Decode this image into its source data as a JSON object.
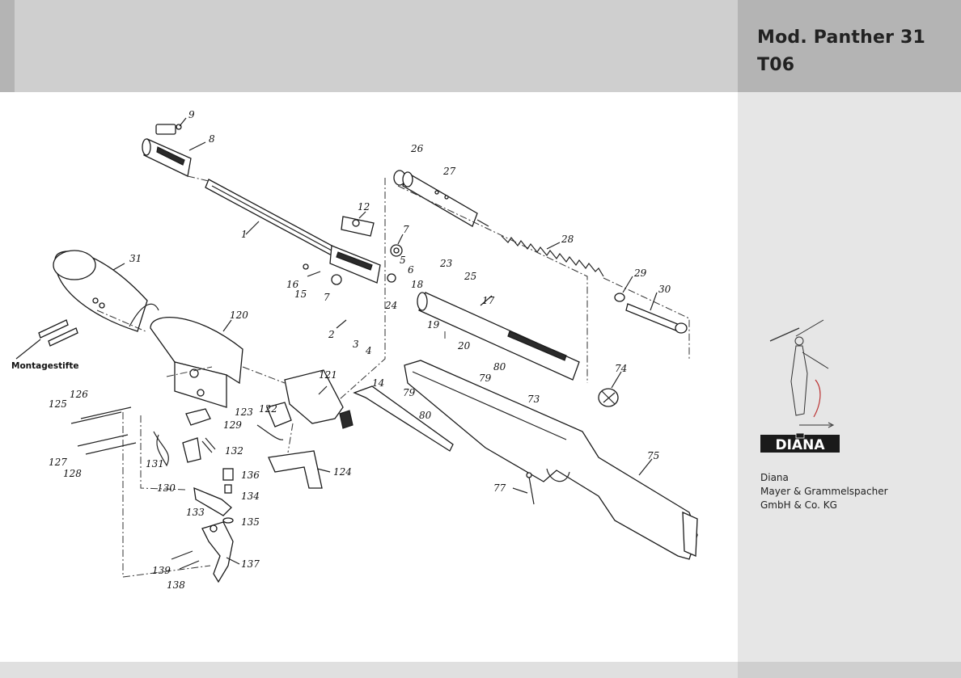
{
  "header": {
    "title_line1": "Mod. Panther 31",
    "title_line2": "T06"
  },
  "sidebar": {
    "logo_text": "DIANA",
    "company_lines": [
      "Diana",
      "Mayer & Grammelspacher",
      "GmbH & Co. KG"
    ]
  },
  "diagram": {
    "mounting_pins_label": "Montagestifte",
    "part_numbers": [
      "9",
      "8",
      "1",
      "12",
      "7",
      "5",
      "6",
      "16",
      "15",
      "7",
      "26",
      "27",
      "28",
      "29",
      "30",
      "31",
      "120",
      "2",
      "3",
      "4",
      "23",
      "25",
      "18",
      "17",
      "24",
      "19",
      "20",
      "14",
      "80",
      "79",
      "79",
      "80",
      "73",
      "74",
      "121",
      "122",
      "123",
      "124",
      "129",
      "132",
      "131",
      "130",
      "136",
      "134",
      "133",
      "135",
      "137",
      "138",
      "139",
      "125",
      "126",
      "127",
      "128",
      "77",
      "75"
    ]
  },
  "colors": {
    "header_bg": "#cfcfcf",
    "title_bg": "#b4b4b4",
    "sidebar_bg": "#e6e6e6"
  }
}
